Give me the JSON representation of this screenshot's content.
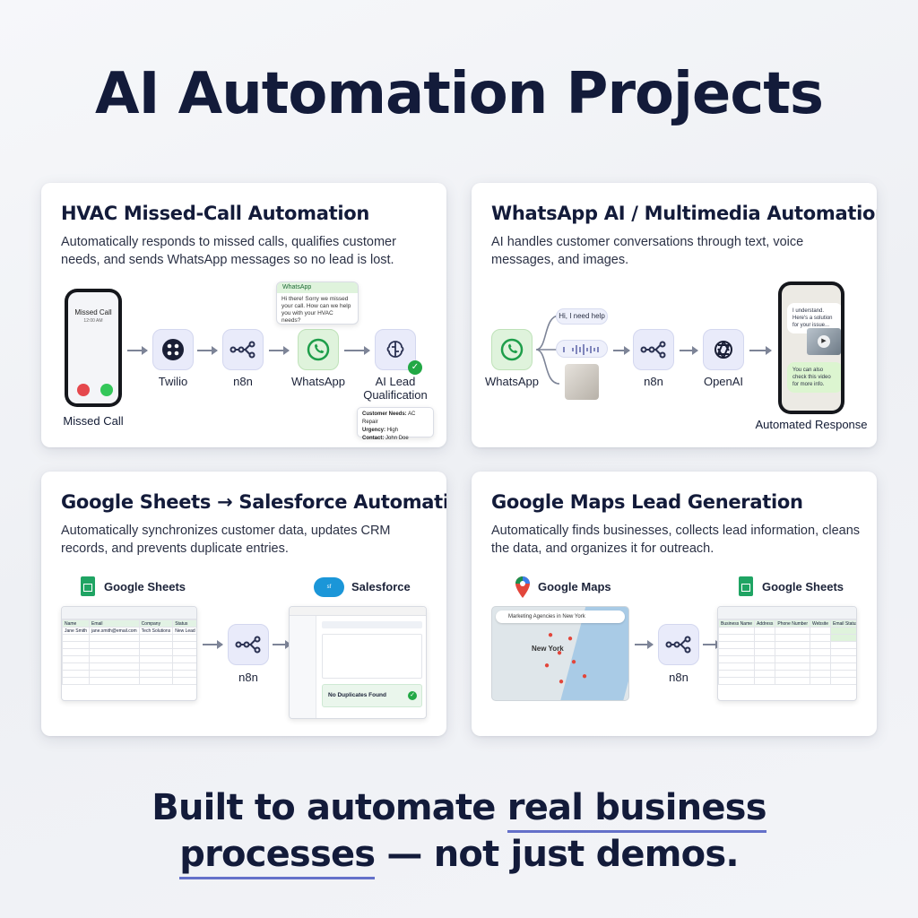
{
  "title": "AI Automation Projects",
  "cards": [
    {
      "title": "HVAC Missed-Call Automation",
      "description": "Automatically responds to missed calls, qualifies customer needs, and sends WhatsApp messages so no lead is lost.",
      "phone": {
        "status": "Missed Call",
        "time": "12:00 AM",
        "caption": "Missed Call"
      },
      "nodes": [
        "Twilio",
        "n8n",
        "WhatsApp",
        "AI Lead Qualification"
      ],
      "whatsapp_popup": {
        "header": "WhatsApp",
        "message": "Hi there! Sorry we missed your call. How can we help you with your HVAC needs?"
      },
      "lead_info": [
        {
          "label": "Customer Needs:",
          "value": "AC Repair"
        },
        {
          "label": "Urgency:",
          "value": "High"
        },
        {
          "label": "Contact:",
          "value": "John Doe"
        }
      ]
    },
    {
      "title": "WhatsApp AI / Multimedia Automation",
      "description": "AI handles customer conversations through text, voice messages, and images.",
      "nodes": [
        "WhatsApp",
        "n8n",
        "OpenAI"
      ],
      "input_bubble": "Hi, I need help",
      "reply_1": "I understand. Here's a solution for your issue...",
      "reply_2": "You can also check this video for more info.",
      "caption": "Automated Response"
    },
    {
      "title": "Google Sheets → Salesforce Automation",
      "description": "Automatically synchronizes customer data, updates CRM records, and prevents duplicate entries.",
      "source": "Google Sheets",
      "target": "Salesforce",
      "node": "n8n",
      "sheet_headers": [
        "Name",
        "Email",
        "Company",
        "Status"
      ],
      "sheet_row": [
        "Jane Smith",
        "jane.smith@email.com",
        "Tech Solutions",
        "New Lead"
      ],
      "sf_notice": "No Duplicates Found"
    },
    {
      "title": "Google Maps Lead Generation",
      "description": "Automatically finds businesses, collects lead information, cleans the data, and organizes it for outreach.",
      "source": "Google Maps",
      "target": "Google Sheets",
      "node": "n8n",
      "map_search": "Marketing Agencies in New York",
      "map_city": "New York",
      "sheet_headers": [
        "Business Name",
        "Address",
        "Phone Number",
        "Website",
        "Email Status"
      ]
    }
  ],
  "tagline": {
    "line1_a": "Built to automate ",
    "line1_b": "real business",
    "line2_a": "processes",
    "line2_b": " — not just demos."
  },
  "colors": {
    "accent": "#6470c9",
    "node_bg": "#e9ebfa",
    "green_node": "#dff3dc",
    "whatsapp": "#25d366",
    "salesforce": "#1b96d8",
    "sheets": "#1fa463",
    "maps_pin": "#e2463b"
  }
}
